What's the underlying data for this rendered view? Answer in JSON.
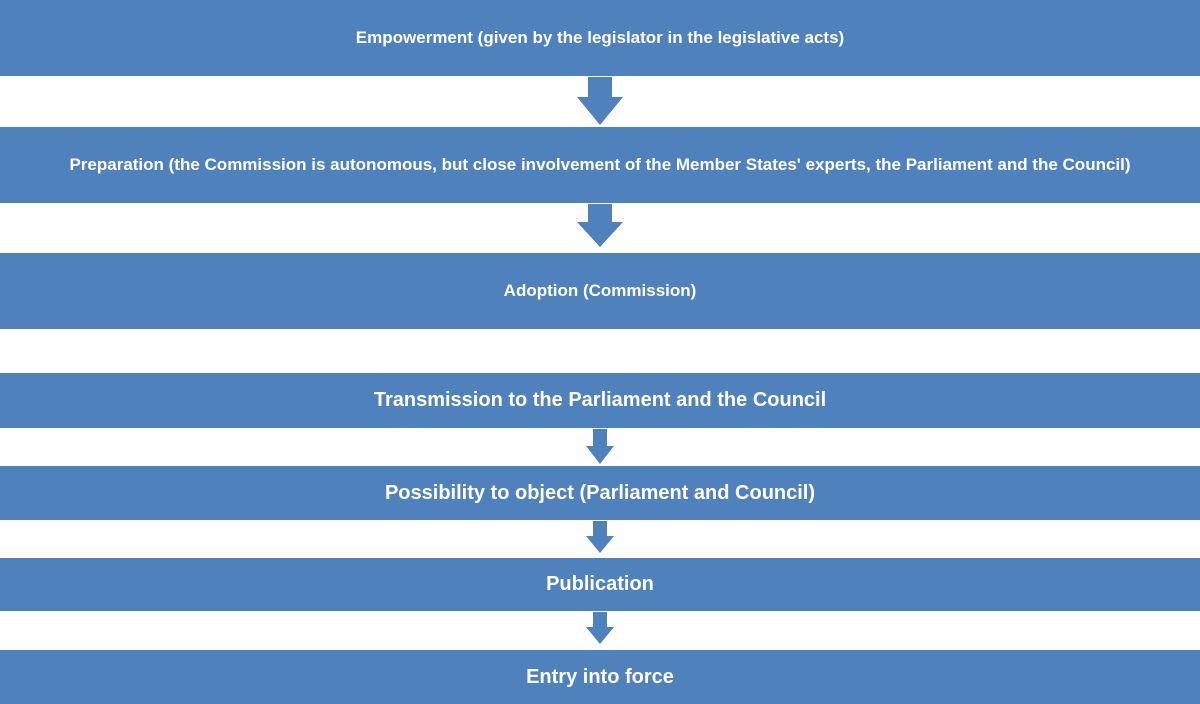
{
  "colors": {
    "box_fill": "#4f81bd",
    "arrow_fill": "#4f81bd",
    "text": "#ffffff",
    "background": "#ffffff"
  },
  "steps": [
    {
      "label": "Empowerment (given by the legislator in the legislative acts)"
    },
    {
      "label": "Preparation (the Commission is autonomous, but close involvement of the Member States' experts, the Parliament and the Council)"
    },
    {
      "label": "Adoption (Commission)"
    },
    {
      "label": "Transmission to the Parliament and the Council"
    },
    {
      "label": "Possibility to object (Parliament and Council)"
    },
    {
      "label": "Publication"
    },
    {
      "label": "Entry into force"
    }
  ]
}
